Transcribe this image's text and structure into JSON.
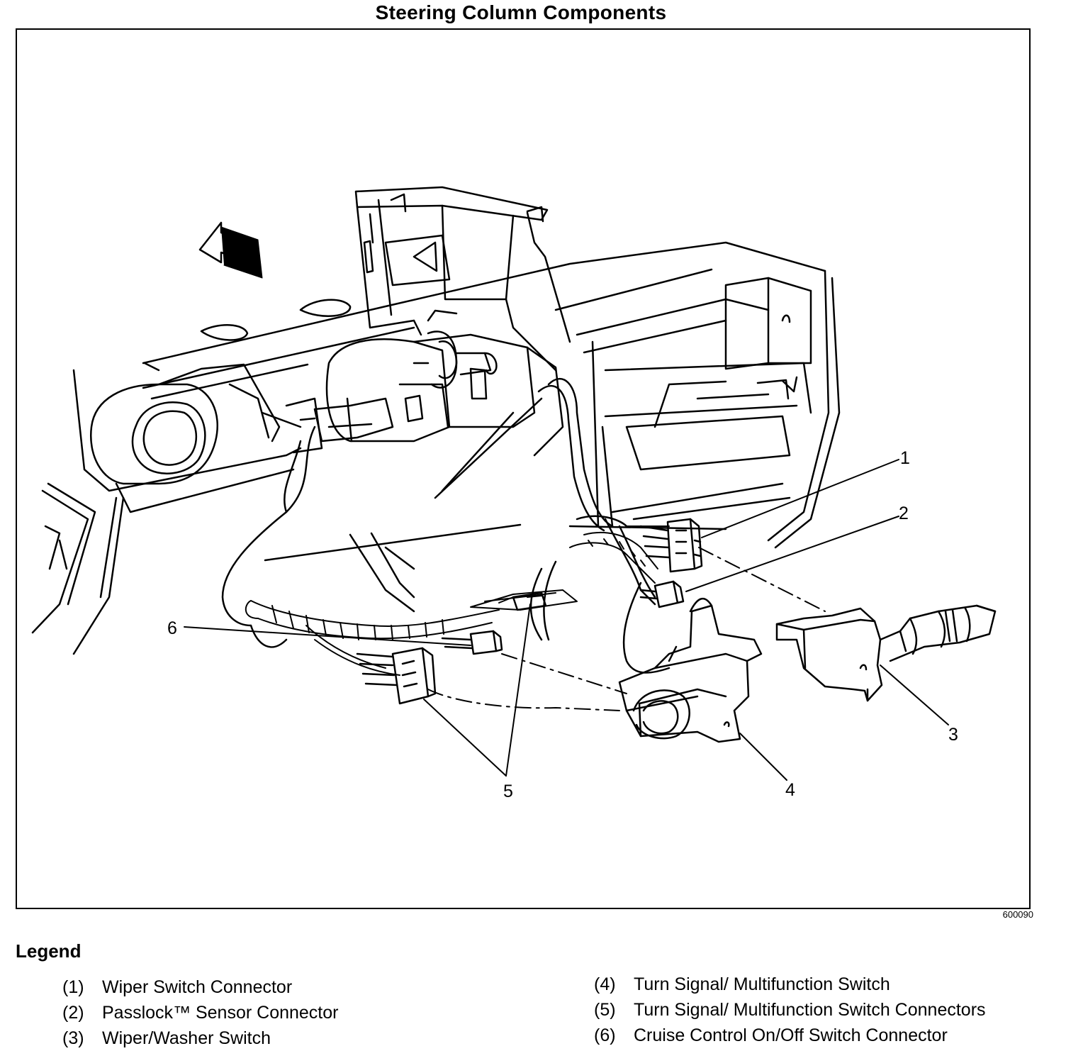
{
  "title": "Steering Column Components",
  "figure_id": "600090",
  "callouts": [
    "1",
    "2",
    "3",
    "4",
    "5",
    "6"
  ],
  "legend": {
    "heading": "Legend",
    "items": [
      {
        "num": "(1)",
        "label": "Wiper Switch Connector"
      },
      {
        "num": "(2)",
        "label": "Passlock™ Sensor Connector"
      },
      {
        "num": "(3)",
        "label": "Wiper/Washer Switch"
      },
      {
        "num": "(4)",
        "label": "Turn Signal/ Multifunction Switch"
      },
      {
        "num": "(5)",
        "label": "Turn Signal/ Multifunction Switch Connectors"
      },
      {
        "num": "(6)",
        "label": "Cruise Control On/Off Switch Connector"
      }
    ]
  }
}
